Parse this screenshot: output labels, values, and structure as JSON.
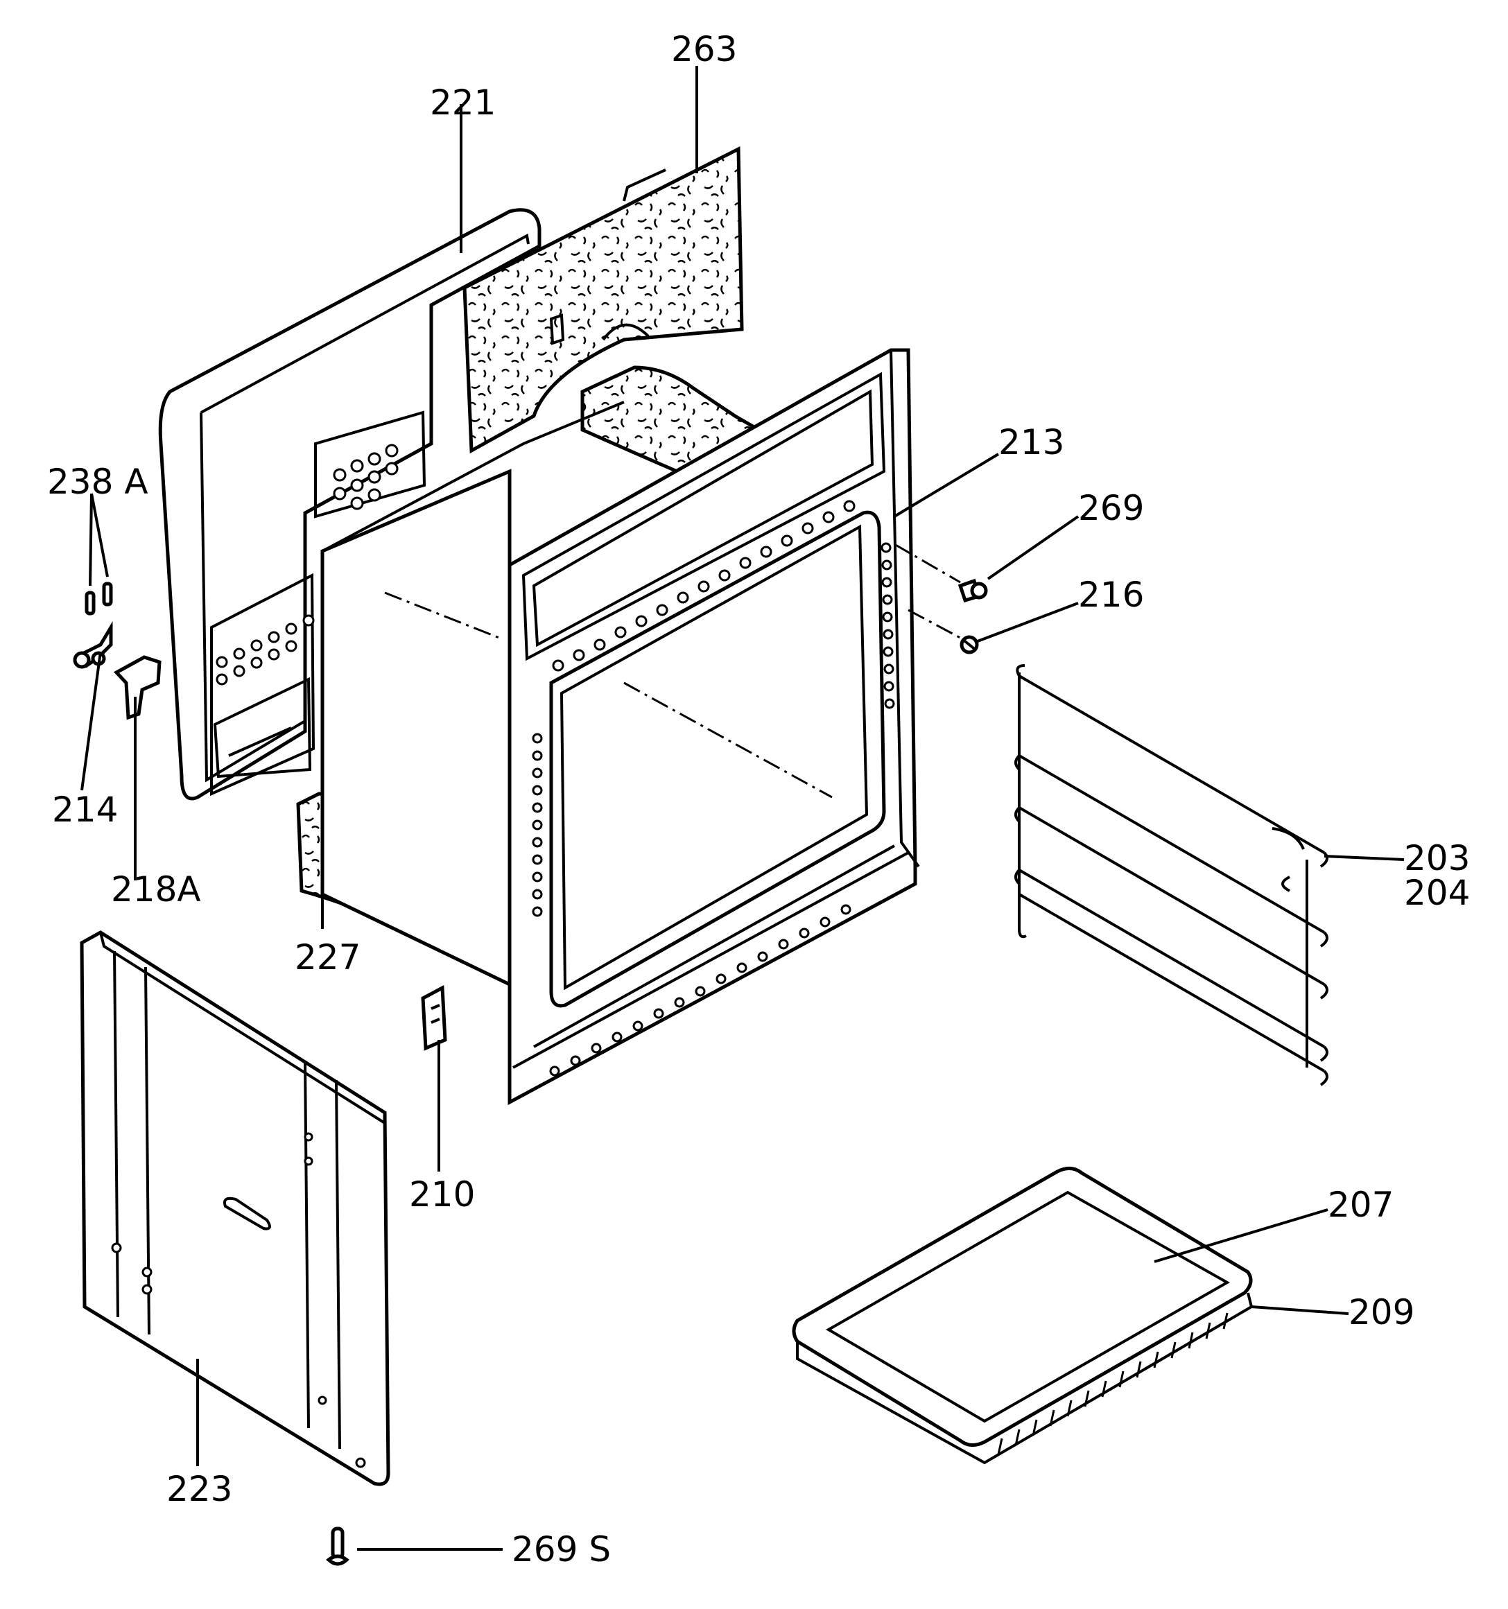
{
  "labels": {
    "p263": "263",
    "p221": "221",
    "p238A": "238 A",
    "p213": "213",
    "p269": "269",
    "p216": "216",
    "p214": "214",
    "p218A": "218A",
    "p227": "227",
    "p203": "203",
    "p204": "204",
    "p210": "210",
    "p207": "207",
    "p209": "209",
    "p223": "223",
    "p269S": "269 S"
  }
}
